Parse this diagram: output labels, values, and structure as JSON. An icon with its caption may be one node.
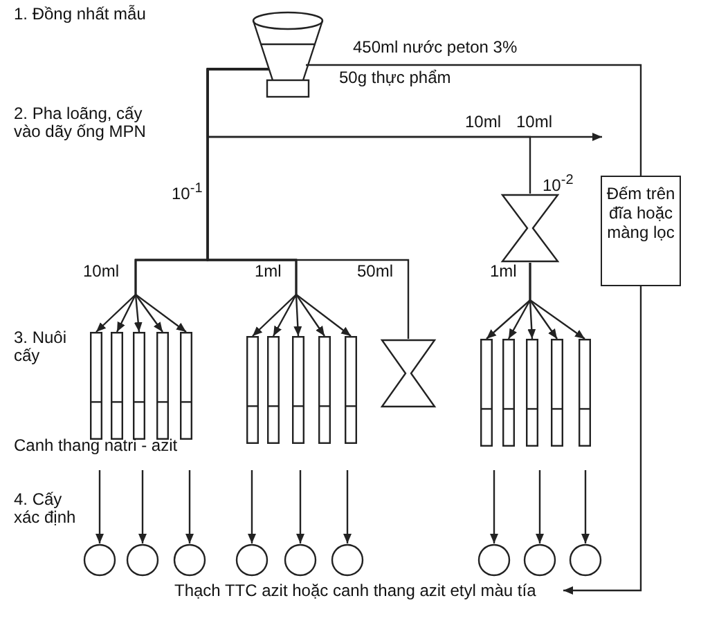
{
  "diagram": {
    "nodes": [
      {
        "text": [],
        "shape": "beaker",
        "beside": [
          "450ml nước peton 3%",
          "50g thực phẩm"
        ]
      },
      {
        "text": [],
        "shape": "flask",
        "beside": [
          "10$^{-2}$"
        ]
      },
      {
        "text": [
          "Đếm trên đĩa hoặc màng lọc"
        ]
      },
      {
        "text": [],
        "shape": "tube"
      },
      {
        "text": [],
        "shape": "tube"
      },
      {
        "text": [],
        "shape": "tube"
      },
      {
        "text": [],
        "shape": "tube"
      },
      {
        "text": [],
        "shape": "tube"
      },
      {
        "text": [],
        "shape": "tube"
      },
      {
        "text": [],
        "shape": "tube"
      },
      {
        "text": [],
        "shape": "tube"
      },
      {
        "text": [],
        "shape": "tube"
      },
      {
        "text": [],
        "shape": "tube"
      },
      {
        "text": [],
        "shape": "flask"
      },
      {
        "text": [],
        "shape": "tube"
      },
      {
        "text": [],
        "shape": "tube"
      },
      {
        "text": [],
        "shape": "tube"
      },
      {
        "text": [],
        "shape": "tube"
      },
      {
        "text": [],
        "shape": "tube"
      },
      {
        "text": [],
        "shape": "circle"
      },
      {
        "text": [],
        "shape": "circle"
      },
      {
        "text": [],
        "shape": "circle"
      },
      {
        "text": [],
        "shape": "circle"
      },
      {
        "text": [],
        "shape": "circle"
      },
      {
        "text": [],
        "shape": "circle"
      },
      {
        "text": [],
        "shape": "circle"
      },
      {
        "text": [],
        "shape": "circle"
      },
      {
        "text": [],
        "shape": "circle"
      },
      {
        "text": [
          "Thạch TTC azit hoặc canh thang azit etyl màu tía"
        ]
      }
    ],
    "edges": [
      {
        "from": 0,
        "to": 1,
        "arrow": "none"
      },
      {
        "from": 0,
        "to": null,
        "arrow": "to"
      },
      {
        "from": 0,
        "to": 2,
        "arrow": "none"
      },
      {
        "from": 2,
        "to": 28,
        "arrow": "to"
      },
      {
        "from": 0,
        "to": 3,
        "arrow": "to"
      },
      {
        "from": 0,
        "to": 4,
        "arrow": "to"
      },
      {
        "from": 0,
        "to": 5,
        "arrow": "to"
      },
      {
        "from": 0,
        "to": 6,
        "arrow": "to"
      },
      {
        "from": 0,
        "to": 7,
        "arrow": "to"
      },
      {
        "from": 0,
        "to": 8,
        "arrow": "to"
      },
      {
        "from": 0,
        "to": 9,
        "arrow": "to"
      },
      {
        "from": 0,
        "to": 10,
        "arrow": "to"
      },
      {
        "from": 0,
        "to": 11,
        "arrow": "to"
      },
      {
        "from": 0,
        "to": 12,
        "arrow": "to"
      },
      {
        "from": 0,
        "to": 13,
        "arrow": "none"
      },
      {
        "from": 1,
        "to": 14,
        "arrow": "to"
      },
      {
        "from": 1,
        "to": 15,
        "arrow": "to"
      },
      {
        "from": 1,
        "to": 16,
        "arrow": "to"
      },
      {
        "from": 1,
        "to": 17,
        "arrow": "to"
      },
      {
        "from": 1,
        "to": 18,
        "arrow": "to"
      },
      {
        "from": null,
        "to": 19,
        "arrow": "to"
      },
      {
        "from": null,
        "to": 20,
        "arrow": "to"
      },
      {
        "from": null,
        "to": 21,
        "arrow": "to"
      },
      {
        "from": null,
        "to": 22,
        "arrow": "to"
      },
      {
        "from": null,
        "to": 23,
        "arrow": "to"
      },
      {
        "from": null,
        "to": 24,
        "arrow": "to"
      },
      {
        "from": null,
        "to": 25,
        "arrow": "to"
      },
      {
        "from": null,
        "to": 26,
        "arrow": "to"
      },
      {
        "from": null,
        "to": 27,
        "arrow": "to"
      }
    ],
    "labels": [
      "1. Đồng nhất mẫu",
      "2. Pha loãng, cấy vào dãy ống MPN",
      "10ml",
      "10ml",
      "10$^{-1}$",
      "10ml",
      "1ml",
      "50ml",
      "1ml",
      "3. Nuôi cấy",
      "Canh thang natri - azit",
      "4. Cấy xác định"
    ]
  }
}
